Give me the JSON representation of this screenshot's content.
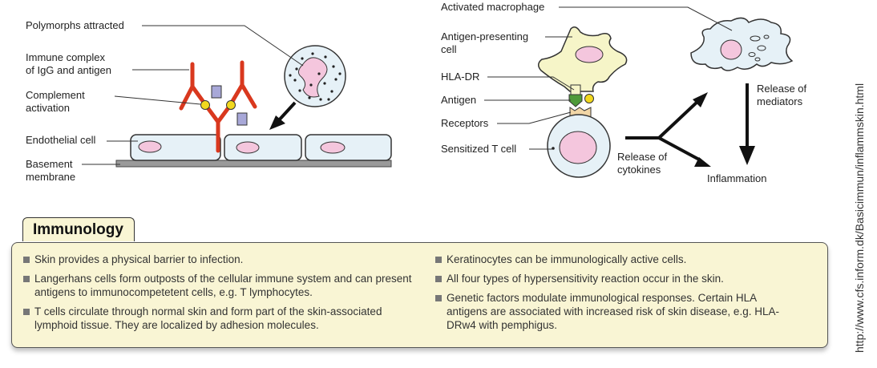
{
  "labels": {
    "polymorphs": "Polymorphs attracted",
    "immune_complex_1": "Immune complex",
    "immune_complex_2": "of IgG and antigen",
    "complement_1": "Complement",
    "complement_2": "activation",
    "endothelial": "Endothelial cell",
    "basement_1": "Basement",
    "basement_2": "membrane",
    "activated_macrophage": "Activated macrophage",
    "apc_1": "Antigen-presenting",
    "apc_2": "cell",
    "hla_dr": "HLA-DR",
    "antigen": "Antigen",
    "receptors": "Receptors",
    "sensitized_t": "Sensitized T cell",
    "release_cytokines_1": "Release of",
    "release_cytokines_2": "cytokines",
    "release_mediators_1": "Release of",
    "release_mediators_2": "mediators",
    "inflammation": "Inflammation"
  },
  "box": {
    "title": "Immunology",
    "left": [
      "Skin provides a physical barrier to infection.",
      "Langerhans cells form outposts of the cellular immune system and can present antigens to immunocompetetent cells, e.g. T lymphocytes.",
      "T cells circulate through normal skin and form part of the skin-associated lymphoid tissue. They are localized by adhesion molecules."
    ],
    "right": [
      "Keratinocytes can be immunologically active cells.",
      "All four types of hypersensitivity reaction occur in the skin.",
      "Genetic factors modulate immunological responses. Certain HLA antigens are associated with increased risk of skin disease, e.g. HLA-DRw4 with pemphigus."
    ]
  },
  "source_url": "http://www.cfs.inform.dk/Basicimmun/inflammskin.html",
  "colors": {
    "antibody": "#d9381e",
    "complement": "#f2d81e",
    "cell_fill": "#e6f1f7",
    "nucleus": "#f4c6dd",
    "apc_fill": "#f6f5c8",
    "antigen": "#4f9a3a",
    "box_fill": "#f9f5d4"
  }
}
